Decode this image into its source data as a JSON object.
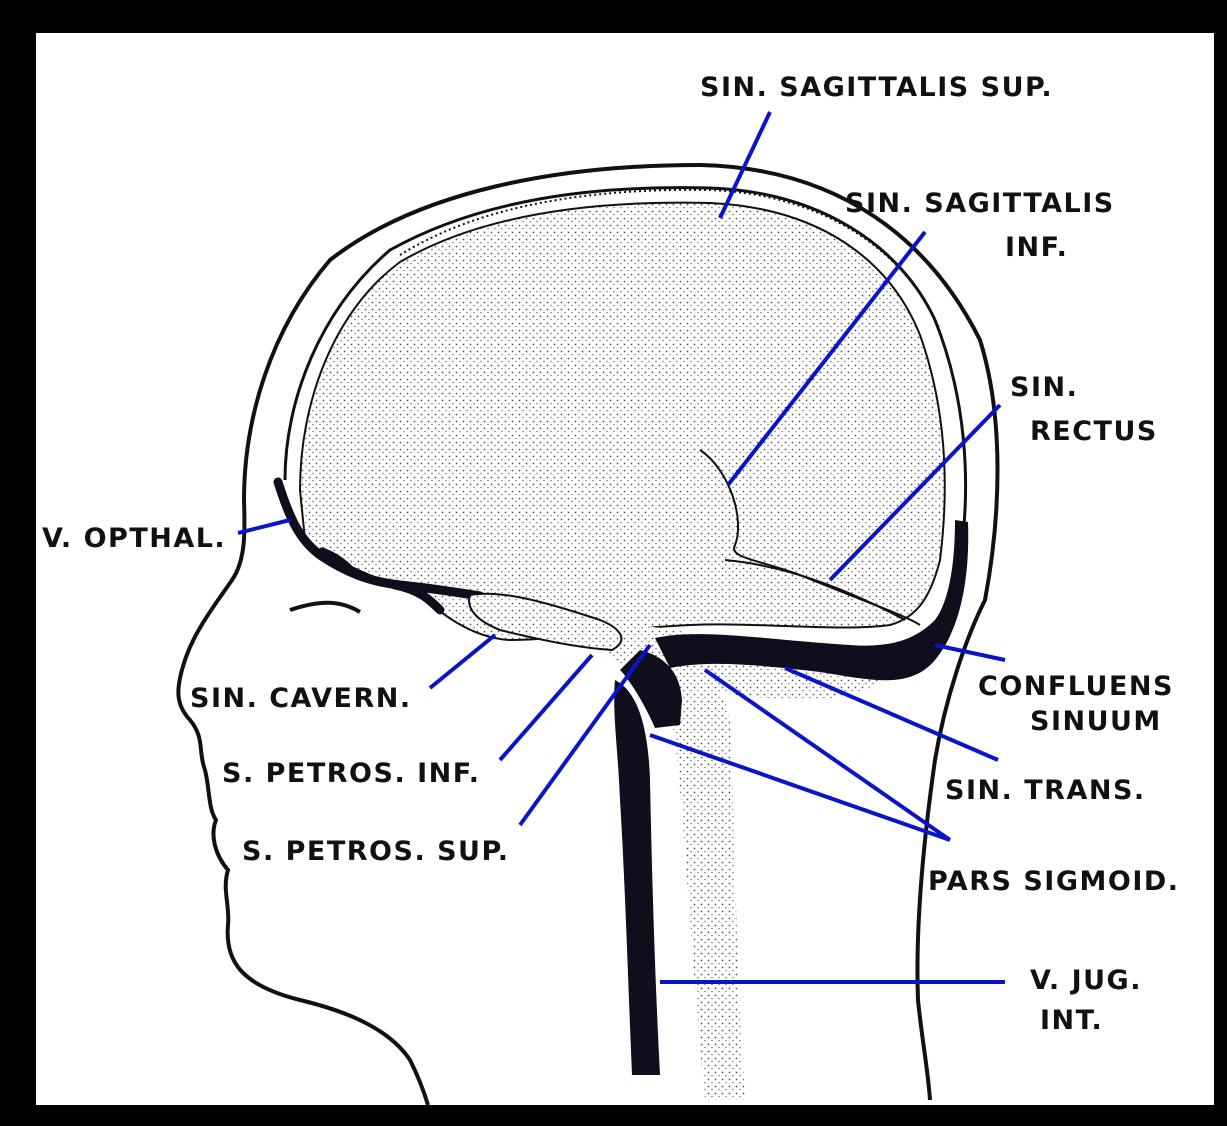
{
  "colors": {
    "frame": "#000000",
    "background": "#ffffff",
    "ink": "#111111",
    "leader": "#0a14c8",
    "stipple": "#b7b7b7"
  },
  "labels": {
    "sagittalis_sup": "SIN. SAGITTALIS SUP.",
    "sagittalis_inf_1": "SIN. SAGITTALIS",
    "sagittalis_inf_2": "INF.",
    "rectus_1": "SIN.",
    "rectus_2": "RECTUS",
    "opthal": "V. OPTHAL.",
    "confluens_1": "CONFLUENS",
    "confluens_2": "SINUUM",
    "cavern": "SIN. CAVERN.",
    "trans": "SIN. TRANS.",
    "petros_inf": "S. PETROS. INF.",
    "petros_sup": "S. PETROS. SUP.",
    "sigmoid": "PARS SIGMOID.",
    "jug_1": "V. JUG.",
    "jug_2": "INT."
  }
}
